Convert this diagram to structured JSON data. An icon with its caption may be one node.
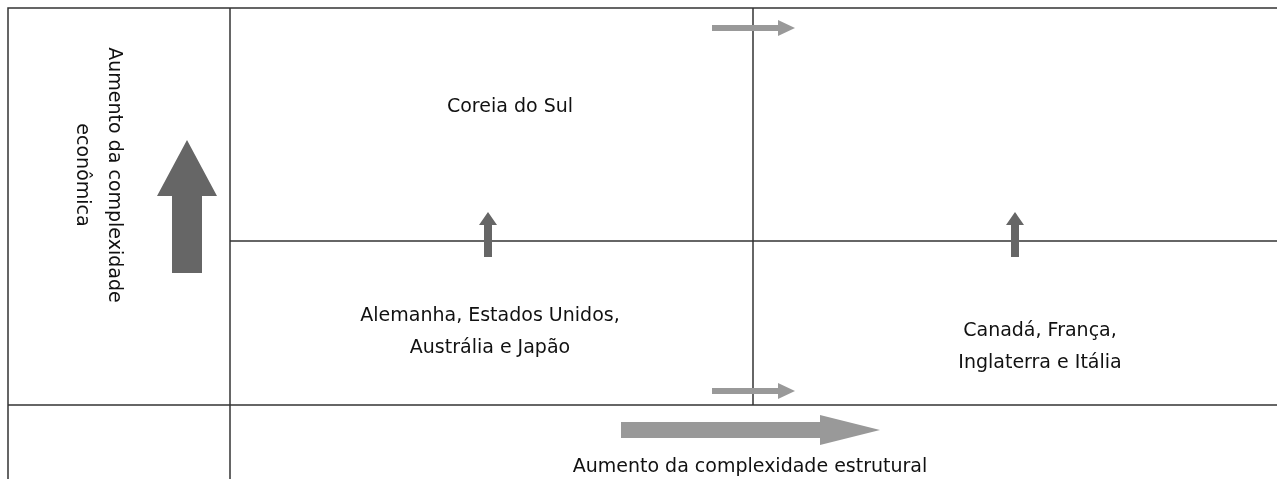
{
  "diagram": {
    "labels": [
      "Aumento da complexidade econômica",
      "Coreia do Sul",
      "Alemanha, Estados Unidos, Austrália e Japão",
      "Canadá, França, Inglaterra e Itália",
      "Aumento da complexidade estrutural"
    ]
  }
}
